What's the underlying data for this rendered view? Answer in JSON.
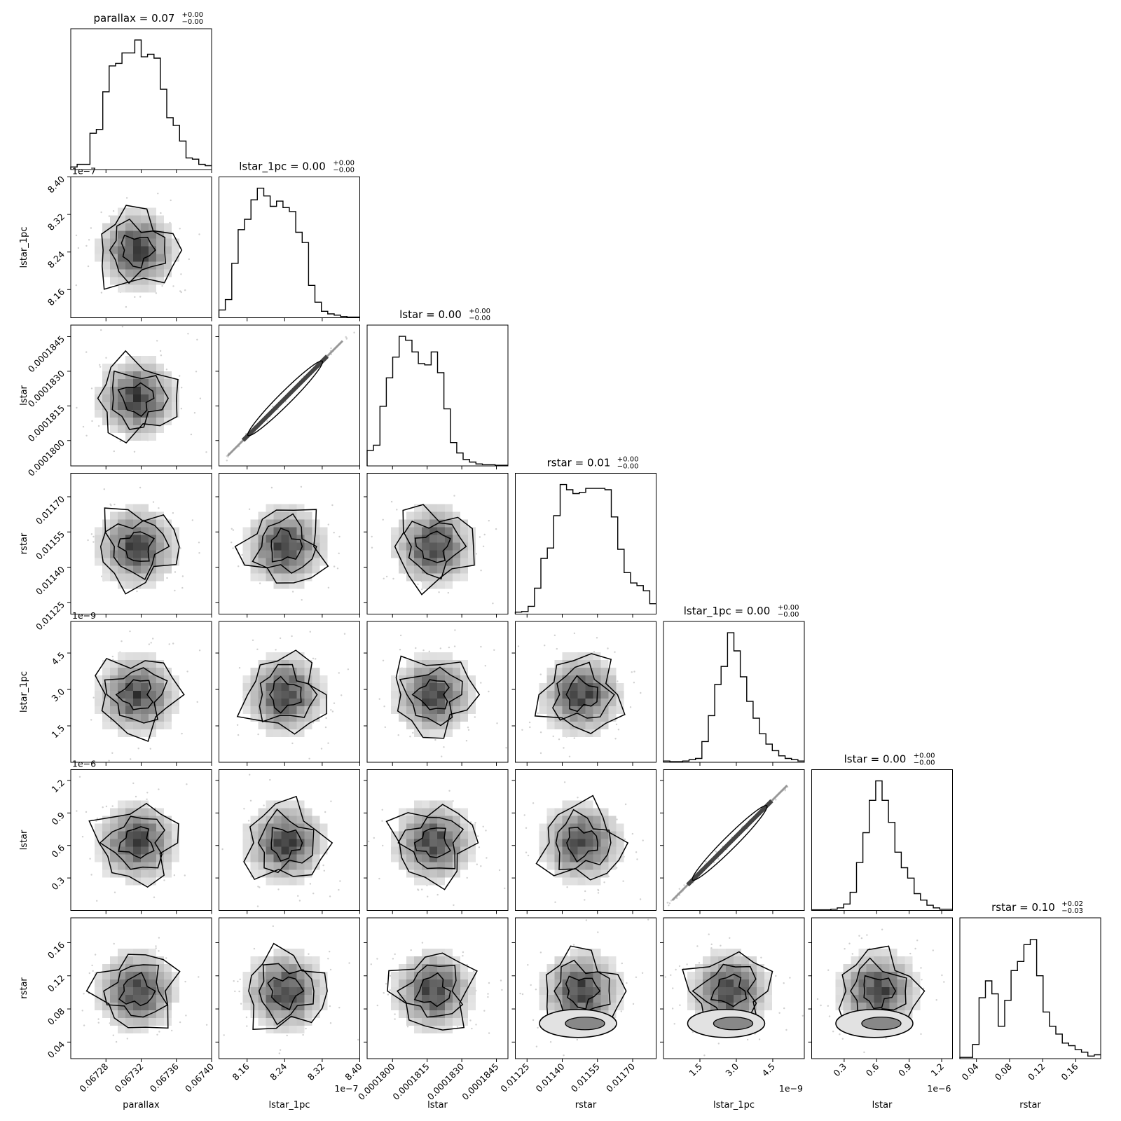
{
  "chart_data": {
    "type": "corner",
    "parameters": [
      {
        "name": "parallax",
        "xlabel": "parallax",
        "ylabel": "",
        "title": "parallax = 0.07",
        "sup": "+0.00",
        "sub": "−0.00",
        "range": [
          0.06724,
          0.0674
        ],
        "ticks": [
          0.06728,
          0.06732,
          0.06736,
          0.0674
        ],
        "tick_labels": [
          "0.06728",
          "0.06732",
          "0.06736",
          "0.06740"
        ],
        "offset": "",
        "hist": [
          0.02,
          0.04,
          0.04,
          0.28,
          0.31,
          0.6,
          0.8,
          0.82,
          0.9,
          0.9,
          1.0,
          0.87,
          0.89,
          0.86,
          0.62,
          0.4,
          0.34,
          0.22,
          0.09,
          0.08,
          0.04,
          0.03
        ]
      },
      {
        "name": "lstar_1pc",
        "xlabel": "lstar_1pc",
        "ylabel": "lstar_1pc",
        "title": "lstar_1pc = 0.00",
        "sup": "+0.00",
        "sub": "−0.00",
        "range": [
          8.1,
          8.4
        ],
        "ticks": [
          8.16,
          8.24,
          8.32,
          8.4
        ],
        "tick_labels": [
          "8.16",
          "8.24",
          "8.32",
          "8.40"
        ],
        "offset": "1e−7",
        "hist": [
          0.06,
          0.14,
          0.42,
          0.68,
          0.76,
          0.91,
          1.0,
          0.94,
          0.86,
          0.9,
          0.85,
          0.82,
          0.66,
          0.58,
          0.25,
          0.12,
          0.05,
          0.03,
          0.02,
          0.01,
          0.005,
          0.005
        ]
      },
      {
        "name": "lstar",
        "xlabel": "lstar",
        "ylabel": "lstar",
        "title": "lstar = 0.00",
        "sup": "+0.00",
        "sub": "−0.00",
        "range": [
          0.0001789,
          0.000185
        ],
        "ticks": [
          0.00018,
          0.0001815,
          0.000183,
          0.0001845
        ],
        "tick_labels": [
          "0.0001800",
          "0.0001815",
          "0.0001830",
          "0.0001845"
        ],
        "offset": "",
        "hist": [
          0.12,
          0.16,
          0.46,
          0.68,
          0.84,
          1.0,
          0.97,
          0.88,
          0.79,
          0.78,
          0.88,
          0.72,
          0.44,
          0.18,
          0.1,
          0.05,
          0.03,
          0.015,
          0.01,
          0.01,
          0.005,
          0.005
        ]
      },
      {
        "name": "rstar",
        "xlabel": "rstar",
        "ylabel": "rstar",
        "title": "rstar = 0.01",
        "sup": "+0.00",
        "sub": "−0.00",
        "range": [
          0.0112,
          0.0118
        ],
        "ticks": [
          0.01125,
          0.0114,
          0.01155,
          0.0117
        ],
        "tick_labels": [
          "0.01125",
          "0.01140",
          "0.01155",
          "0.01170"
        ],
        "offset": "",
        "hist": [
          0.015,
          0.02,
          0.06,
          0.2,
          0.43,
          0.51,
          0.76,
          1.0,
          0.96,
          0.93,
          0.94,
          0.97,
          0.97,
          0.97,
          0.96,
          0.75,
          0.5,
          0.32,
          0.24,
          0.22,
          0.18,
          0.08
        ]
      },
      {
        "name": "lstar_1pc",
        "xlabel": "lstar_1pc",
        "ylabel": "lstar_1pc",
        "title": "lstar_1pc = 0.00",
        "sup": "+0.00",
        "sub": "−0.00",
        "range": [
          0.0,
          5.8
        ],
        "ticks": [
          1.5,
          3.0,
          4.5
        ],
        "tick_labels": [
          "1.5",
          "3.0",
          "4.5"
        ],
        "offset": "1e−9",
        "hist": [
          0.01,
          0.005,
          0.005,
          0.01,
          0.02,
          0.03,
          0.16,
          0.36,
          0.6,
          0.74,
          1.0,
          0.86,
          0.66,
          0.47,
          0.34,
          0.22,
          0.14,
          0.09,
          0.05,
          0.03,
          0.02,
          0.01
        ]
      },
      {
        "name": "lstar",
        "xlabel": "lstar",
        "ylabel": "lstar",
        "title": "lstar = 0.00",
        "sup": "+0.00",
        "sub": "−0.00",
        "range": [
          0.0,
          1.3
        ],
        "ticks": [
          0.3,
          0.6,
          0.9,
          1.2
        ],
        "tick_labels": [
          "0.3",
          "0.6",
          "0.9",
          "1.2"
        ],
        "offset": "1e−6",
        "hist": [
          0.005,
          0.005,
          0.005,
          0.01,
          0.02,
          0.05,
          0.14,
          0.37,
          0.6,
          0.85,
          1.0,
          0.85,
          0.68,
          0.45,
          0.33,
          0.25,
          0.13,
          0.08,
          0.04,
          0.02,
          0.01,
          0.01
        ]
      },
      {
        "name": "rstar",
        "xlabel": "rstar",
        "ylabel": "rstar",
        "title": "rstar = 0.10",
        "sup": "+0.02",
        "sub": "−0.03",
        "range": [
          0.02,
          0.19
        ],
        "ticks": [
          0.04,
          0.08,
          0.12,
          0.16
        ],
        "tick_labels": [
          "0.04",
          "0.08",
          "0.12",
          "0.16"
        ],
        "offset": "",
        "hist": [
          0.01,
          0.01,
          0.11,
          0.47,
          0.6,
          0.5,
          0.25,
          0.45,
          0.68,
          0.75,
          0.88,
          0.92,
          0.64,
          0.36,
          0.25,
          0.19,
          0.12,
          0.1,
          0.07,
          0.05,
          0.02,
          0.03
        ]
      }
    ]
  }
}
